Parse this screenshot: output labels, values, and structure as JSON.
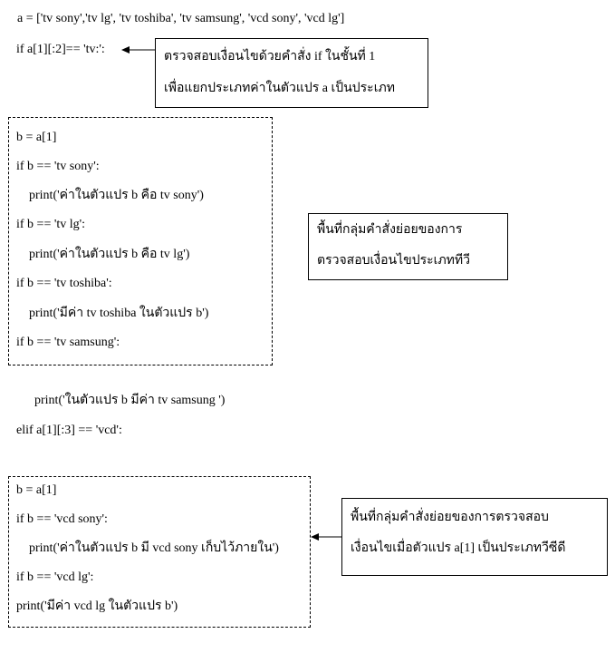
{
  "code": {
    "list_assign": "a = ['tv sony','tv lg', 'tv toshiba', 'tv samsung', 'vcd sony', 'vcd lg']",
    "if_tv": "if a[1][:2]== 'tv:':",
    "tv_block": [
      "b = a[1]",
      "if b == 'tv sony':",
      "    print('ค่าในตัวแปร b คือ tv sony')",
      "if b == 'tv lg':",
      "    print('ค่าในตัวแปร b คือ tv lg')",
      "if b == 'tv toshiba':",
      "    print('มีค่า tv toshiba ในตัวแปร b')",
      "if b == 'tv samsung':"
    ],
    "samsung_print": "print('ในตัวแปร b มีค่า tv samsung ')",
    "elif_vcd": "elif a[1][:3] == 'vcd':",
    "vcd_block": [
      "b = a[1]",
      "if b == 'vcd sony':",
      "    print('ค่าในตัวแปร b มี vcd sony เก็บไว้ภายใน')",
      "if b == 'vcd lg':",
      "print('มีค่า vcd lg ในตัวแปร b')"
    ]
  },
  "notes": {
    "if_note": [
      "ตรวจสอบเงื่อนไขด้วยคำสั่ง if ในชั้นที่ 1",
      "เพื่อแยกประเภทค่าในตัวแปร a เป็นประเภท"
    ],
    "tv_group_note": [
      "พื้นที่กลุ่มคำสั่งย่อยของการ",
      "ตรวจสอบเงื่อนไขประเภททีวี"
    ],
    "vcd_group_note": [
      "พื้นที่กลุ่มคำสั่งย่อยของการตรวจสอบ",
      "เงื่อนไขเมื่อตัวแปร a[1] เป็นประเภทวีซีดี"
    ]
  }
}
